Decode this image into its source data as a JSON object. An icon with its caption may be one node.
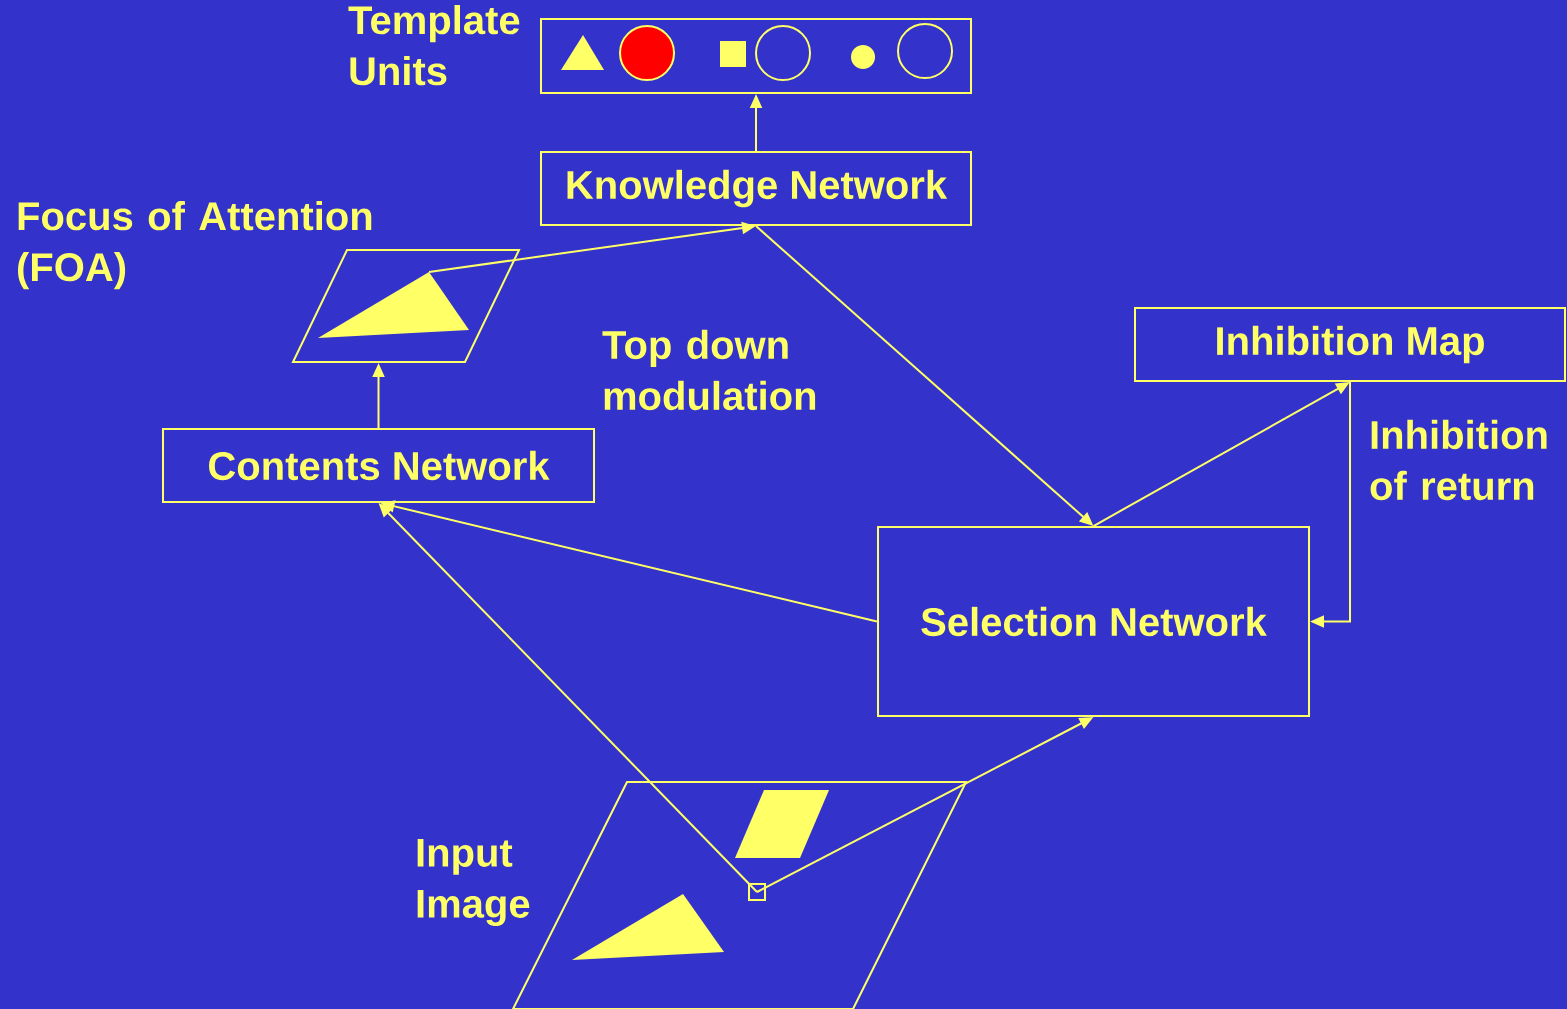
{
  "diagram": {
    "nodes": [
      {
        "text": [
          "Template Units"
        ]
      },
      {
        "text": [
          "Knowledge Network"
        ]
      },
      {
        "text": [
          "Focus of Attention (FOA)"
        ]
      },
      {
        "text": [
          "Contents Network"
        ]
      },
      {
        "text": [
          "Inhibition Map"
        ]
      },
      {
        "text": [
          "Selection Network"
        ]
      },
      {
        "text": [
          "Input Image"
        ]
      },
      {
        "text": [],
        "shape": "box",
        "in": 6
      }
    ],
    "edges": [
      {
        "from": 1,
        "to": 0,
        "arrow": "to"
      },
      {
        "from": 2,
        "to": 1,
        "arrow": "to"
      },
      {
        "from": 3,
        "to": 2,
        "arrow": "to"
      },
      {
        "from": 1,
        "to": 5,
        "arrow": "to",
        "label": "Top down modulation"
      },
      {
        "from": 5,
        "to": 4,
        "arrow": "to"
      },
      {
        "from": 4,
        "to": 5,
        "arrow": "to",
        "label": "Inhibition of return"
      },
      {
        "from": 5,
        "to": 3,
        "arrow": "to"
      },
      {
        "from": 7,
        "to": 3,
        "arrow": "to"
      },
      {
        "from": 7,
        "to": 5,
        "arrow": "to"
      }
    ]
  }
}
